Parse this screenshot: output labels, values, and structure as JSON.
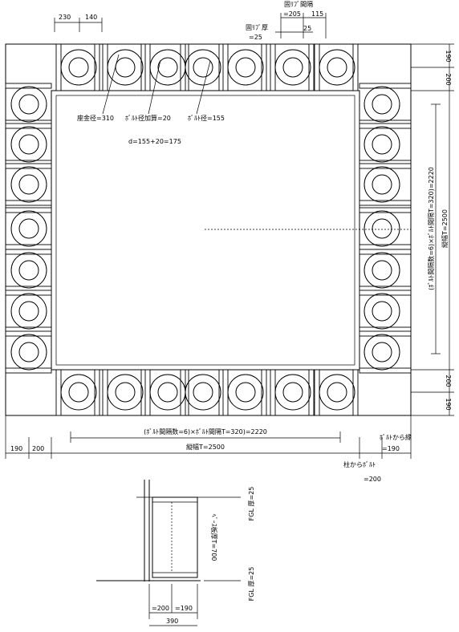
{
  "drawing": {
    "top_dims": {
      "d230": "230",
      "d140": "140",
      "rib_pitch_label": "固ﾘﾌﾞ間隔",
      "rib_pitch_value": "=205",
      "d115": "115",
      "rib_thickness_label": "固ﾘﾌﾞ厚",
      "rib_thickness_value": "=25",
      "d25": "25"
    },
    "right_dims": {
      "d190_top": "190",
      "d200_top": "200",
      "pitch_vertical": "(ﾎﾞﾙﾄ間隔数=6)×ﾎﾞﾙﾄ間隔T=320)=2220",
      "length_vertical": "縦幅T=2500",
      "d200_bottom": "200",
      "d190_bottom": "190"
    },
    "notes": {
      "seat_dia": "座金径=310",
      "bolt_dia_add": "ﾎﾞﾙﾄ径加算=20",
      "bolt_dia": "ﾎﾞﾙﾄ径=155",
      "d_formula": "d=155+20=175"
    },
    "bottom_dims": {
      "pitch_horizontal": "(ﾎﾞﾙﾄ間隔数=6)×ﾎﾞﾙﾄ間隔T=320)=2220",
      "width_horizontal": "縦幅T=2500",
      "d190": "190",
      "d200": "200",
      "bolt_edge_label": "ﾎﾞﾙﾄから縁",
      "bolt_edge_value": "=190",
      "col_bolt_label": "柱からﾎﾞﾙﾄ",
      "col_bolt_value": "=200"
    },
    "section": {
      "base_plate_thickness_label": "ﾍﾞｰｽ板厚T=700",
      "fgl_top": "FGL 厚=25",
      "fgl_bottom": "FGL 厚=25",
      "d200": "=200",
      "d190": "=190",
      "d390": "390"
    }
  }
}
